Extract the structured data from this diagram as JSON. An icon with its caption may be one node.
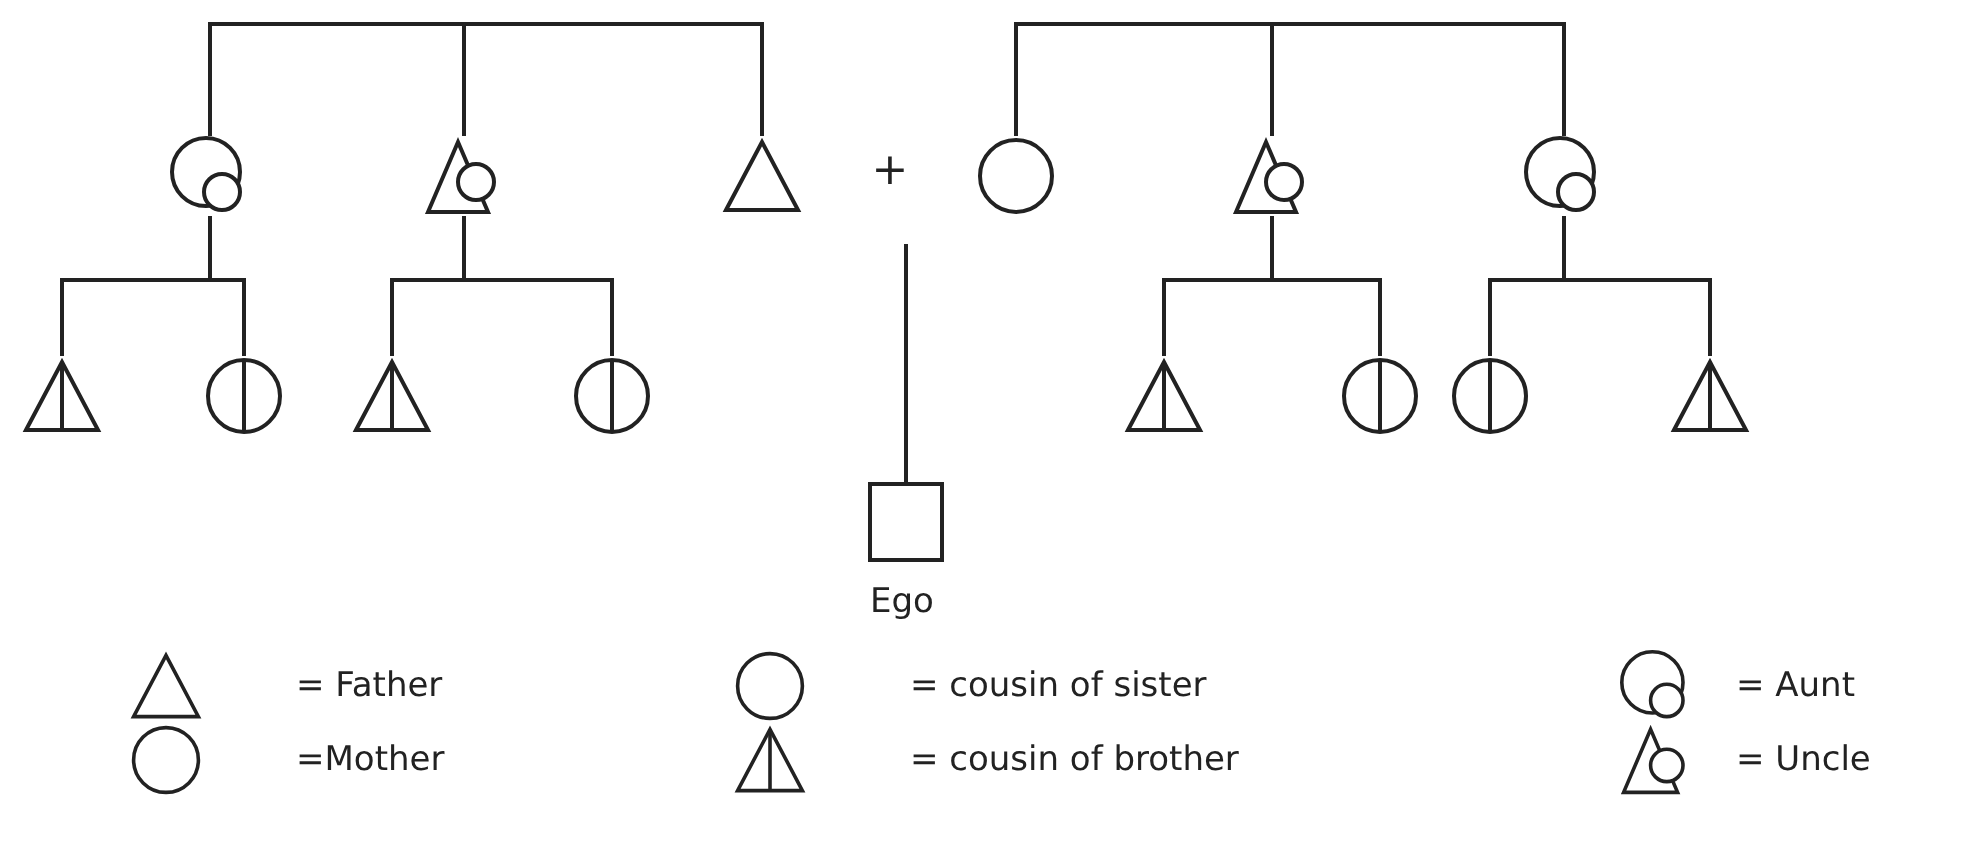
{
  "diagram": {
    "nodes": [
      {
        "text": [],
        "shape": "double-circle"
      },
      {
        "text": [],
        "shape": "triangle-circle"
      },
      {
        "text": [],
        "shape": "triangle"
      },
      {
        "text": [
          "+"
        ]
      },
      {
        "text": [],
        "shape": "circle"
      },
      {
        "text": [],
        "shape": "triangle-circle"
      },
      {
        "text": [],
        "shape": "double-circle"
      },
      {
        "text": [],
        "shape": "split-triangle"
      },
      {
        "text": [],
        "shape": "split-circle"
      },
      {
        "text": [],
        "shape": "split-triangle"
      },
      {
        "text": [],
        "shape": "split-circle"
      },
      {
        "text": [],
        "shape": "split-triangle"
      },
      {
        "text": [],
        "shape": "split-circle"
      },
      {
        "text": [],
        "shape": "split-circle"
      },
      {
        "text": [],
        "shape": "split-triangle"
      },
      {
        "text": [],
        "shape": "square",
        "beside": [
          "Ego"
        ]
      }
    ],
    "edges": [
      {
        "from": 0,
        "to": 1,
        "arrow": "none"
      },
      {
        "from": 0,
        "to": 2,
        "arrow": "none"
      },
      {
        "from": 4,
        "to": 5,
        "arrow": "none"
      },
      {
        "from": 4,
        "to": 6,
        "arrow": "none"
      },
      {
        "from": 0,
        "to": 7,
        "arrow": "none"
      },
      {
        "from": 0,
        "to": 8,
        "arrow": "none"
      },
      {
        "from": 1,
        "to": 9,
        "arrow": "none"
      },
      {
        "from": 1,
        "to": 10,
        "arrow": "none"
      },
      {
        "from": 5,
        "to": 11,
        "arrow": "none"
      },
      {
        "from": 5,
        "to": 12,
        "arrow": "none"
      },
      {
        "from": 6,
        "to": 13,
        "arrow": "none"
      },
      {
        "from": 6,
        "to": 14,
        "arrow": "none"
      },
      {
        "from": 3,
        "to": 15,
        "arrow": "none"
      }
    ],
    "legend": [
      {
        "text": "= Father"
      },
      {
        "text": "= cousin of sister"
      },
      {
        "text": "= Aunt"
      },
      {
        "text": "=Mother"
      },
      {
        "text": "= cousin of brother"
      },
      {
        "text": "= Uncle"
      }
    ]
  }
}
